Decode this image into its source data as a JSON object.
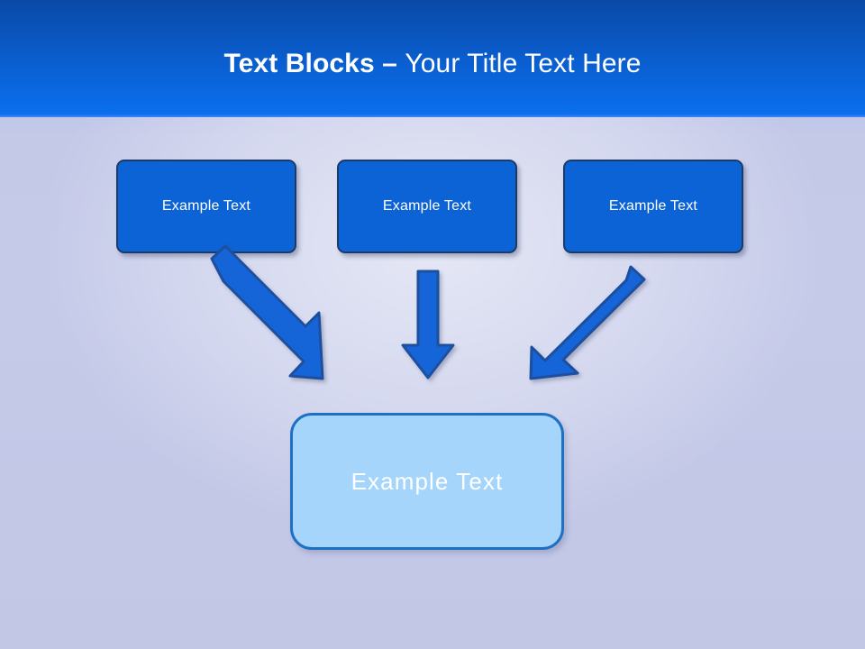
{
  "slide": {
    "title": {
      "bold_part": "Text Blocks – ",
      "light_part": "Your Title Text Here"
    },
    "top_boxes": [
      {
        "label": "Example Text"
      },
      {
        "label": "Example Text"
      },
      {
        "label": "Example Text"
      }
    ],
    "bottom_box": {
      "label": "Example Text"
    },
    "arrows": [
      {
        "name": "arrow-down-right",
        "direction": "down-right"
      },
      {
        "name": "arrow-down",
        "direction": "down"
      },
      {
        "name": "arrow-down-left",
        "direction": "down-left"
      }
    ],
    "colors": {
      "title_band_top": "#0a4aa6",
      "title_band_bottom": "#0b6fee",
      "background_lower": "#c5cae9",
      "box_fill": "#0b63d6",
      "box_border": "#1b3a67",
      "bottom_box_fill": "#a6d5fb",
      "bottom_box_border": "#1f6fc4",
      "arrow_fill": "#1565d8",
      "arrow_border": "#1d4f9e",
      "text_on_box": "#ffffff",
      "title_text": "#ffffff"
    }
  }
}
